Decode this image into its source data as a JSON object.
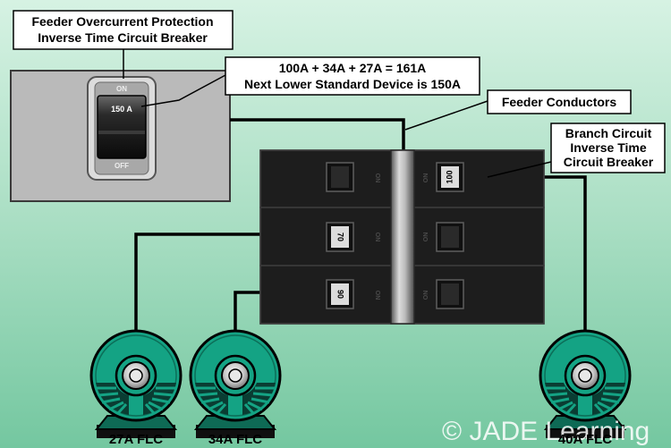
{
  "callouts": {
    "feeder_protection_line1": "Feeder Overcurrent Protection",
    "feeder_protection_line2": "Inverse Time Circuit Breaker",
    "calc_line1": "100A + 34A + 27A = 161A",
    "calc_line2": "Next Lower Standard Device is 150A",
    "feeder_conductors": "Feeder Conductors",
    "branch_line1": "Branch Circuit",
    "branch_line2": "Inverse Time",
    "branch_line3": "Circuit Breaker"
  },
  "main_breaker": {
    "rating": "150 A",
    "on_label": "ON",
    "off_label": "OFF"
  },
  "panel_breakers": {
    "top_right": "100",
    "middle_left": "70",
    "bottom_left": "90",
    "faint_on": "ON"
  },
  "motors": {
    "motor_1": "27A FLC",
    "motor_2": "34A FLC",
    "motor_3": "40A FLC"
  },
  "copyright": "© JADE Learning",
  "colors": {
    "background_top": "#cfeedd",
    "background_bottom": "#7fcca7",
    "callout_fill": "#ffffff",
    "enclosure": "#b8b8b8",
    "panel": "#1d1d1d",
    "motor_green": "#14a384",
    "wire": "#000000"
  }
}
